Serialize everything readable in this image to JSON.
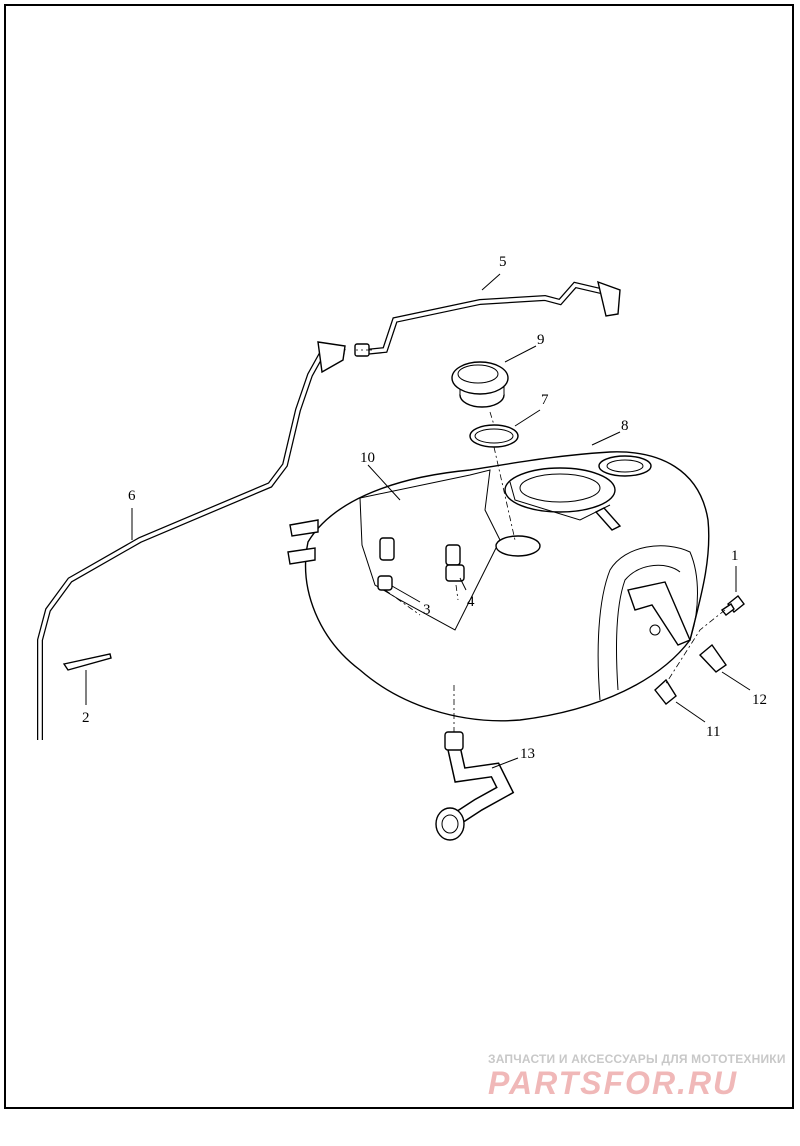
{
  "diagram": {
    "callouts": [
      "1",
      "2",
      "3",
      "4",
      "5",
      "6",
      "7",
      "8",
      "9",
      "10",
      "11",
      "12",
      "13"
    ]
  },
  "watermark": {
    "tagline": "ЗАПЧАСТИ И АКСЕССУАРЫ ДЛЯ МОТОТЕХНИКИ",
    "logo_text": "PARTSFOR.RU",
    "tagline_color": "#c8c8c8",
    "logo_color": "#f0b8b8"
  }
}
